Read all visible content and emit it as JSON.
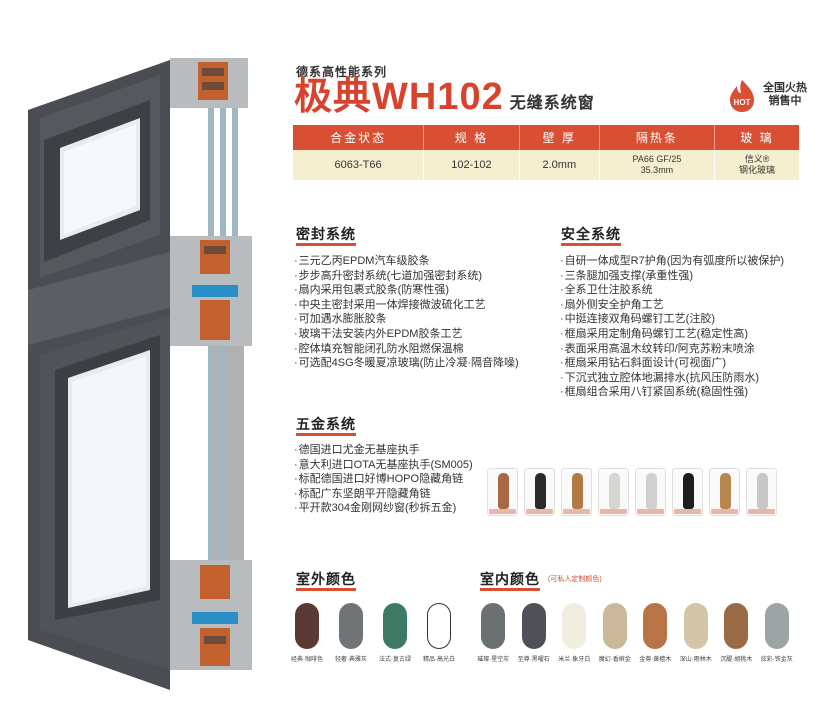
{
  "header": {
    "series": "德系高性能系列",
    "title": "极典WH102",
    "subtitle": "无缝系统窗",
    "hot_badge": "HOT",
    "hot_line1": "全国火热",
    "hot_line2": "销售中"
  },
  "spec_table": {
    "headers": [
      "合金状态",
      "规 格",
      "壁 厚",
      "隔热条",
      "玻 璃"
    ],
    "values": [
      "6063-T66",
      "102-102",
      "2.0mm",
      "PA66 GF/25\n35.3mm",
      "信义®\n钢化玻璃"
    ]
  },
  "sealing": {
    "title": "密封系统",
    "items": [
      "三元乙丙EPDM汽车级胶条",
      "步步高升密封系统(七道加强密封系统)",
      "扇内采用包裹式胶条(防寒性强)",
      "中央主密封采用一体焊接微波硫化工艺",
      "可加遇水膨胀胶条",
      "玻璃干法安装内外EPDM胶条工艺",
      "腔体填充智能闭孔防水阻燃保温棉",
      "可选配4SG冬暖夏凉玻璃(防止冷凝·隔音降噪)"
    ]
  },
  "safety": {
    "title": "安全系统",
    "items": [
      "自研一体成型R7护角(因为有弧度所以被保护)",
      "三条腿加强支撑(承重性强)",
      "全系卫仕注胶系统",
      "扇外侧安全护角工艺",
      "中挺连接双角码螺钉工艺(注胶)",
      "框扇采用定制角码螺钉工艺(稳定性高)",
      "表面采用高温木纹转印/阿克苏粉末喷涂",
      "框扇采用钻石斜面设计(可视面广)",
      "下沉式独立腔体地漏排水(抗风压防雨水)",
      "框扇组合采用八钉紧固系统(稳固性强)"
    ]
  },
  "hardware": {
    "title": "五金系统",
    "items": [
      "德国进口尤金无基座执手",
      "意大利进口OTA无基座执手(SM005)",
      "标配德国进口好博HOPO隐藏角链",
      "标配广东坚朗平开隐藏角链",
      "平开款304金刚网纱窗(秒拆五金)"
    ],
    "handle_colors": [
      "#a86a45",
      "#2a2a2a",
      "#b07a45",
      "#d8d6d0",
      "#d0d0d0",
      "#1e1e1e",
      "#b8864f",
      "#c8c8c8"
    ]
  },
  "exterior_colors": {
    "title": "室外颜色",
    "items": [
      {
        "label": "经典·咖啡色",
        "color": "#5a3a32"
      },
      {
        "label": "轻奢·典雅灰",
        "color": "#6f7478"
      },
      {
        "label": "法式·复古绿",
        "color": "#3e7a63"
      },
      {
        "label": "精品·高光白",
        "color": "#ffffff"
      }
    ]
  },
  "interior_colors": {
    "title": "室内颜色",
    "note": "(可私人定制颜色)",
    "items": [
      {
        "label": "璀璨·星空灰",
        "color": "#6b7072"
      },
      {
        "label": "至尊·黑曜石",
        "color": "#4e5257"
      },
      {
        "label": "米兰·象牙白",
        "color": "#f1eedf"
      },
      {
        "label": "魔幻·香槟金",
        "color": "#c9b89a"
      },
      {
        "label": "金尊·黄檀木",
        "color": "#b87346"
      },
      {
        "label": "深山·雨林木",
        "color": "#d4c5a8"
      },
      {
        "label": "沉醍·胡桃木",
        "color": "#9a6a45"
      },
      {
        "label": "炫彩·铁金灰",
        "color": "#9ea3a4"
      }
    ]
  }
}
